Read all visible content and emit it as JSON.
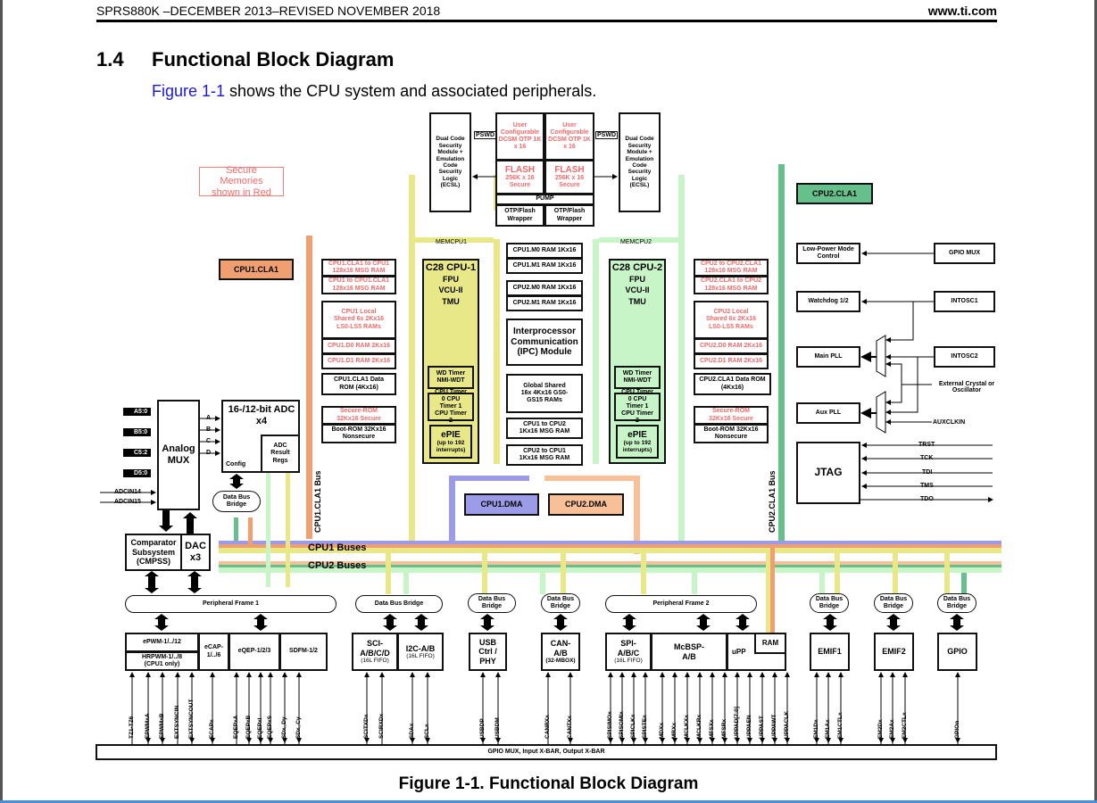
{
  "header": {
    "doc_id": "SPRS880K –DECEMBER 2013–REVISED NOVEMBER 2018",
    "site": "www.ti.com"
  },
  "section": {
    "number": "1.4",
    "title": "Functional Block Diagram",
    "intro_link": "Figure 1-1",
    "intro_text": " shows the CPU system and associated peripherals."
  },
  "caption": "Figure 1-1. Functional Block Diagram",
  "colors": {
    "cpu1_cla_bus": "#f0a070",
    "cpu1_mem": "#e8e888",
    "cpu2_mem": "#c8f5c8",
    "cpu2_cla_bus": "#66c08c",
    "cpu1_dma": "#9b9be8",
    "cpu2_dma": "#f8c098",
    "secure_red": "#f06a6a"
  },
  "legend_note": "Secure Memories shown in Red",
  "top": {
    "dcsm_left": "Dual Code Security Module + Emulation Code Security Logic (ECSL)",
    "dcsm_right": "Dual Code Security Module + Emulation Code Security Logic (ECSL)",
    "pswd": "PSWD",
    "otp_left": "User Configurable DCSM OTP 1K x 16",
    "otp_right": "User Configurable DCSM OTP 1K x 16",
    "flash_title": "FLASH",
    "flash_sub": "256K x 16 Secure",
    "pump": "PUMP",
    "wrapper": "OTP/Flash Wrapper",
    "memcpu1": "MEMCPU1",
    "memcpu2": "MEMCPU2"
  },
  "cpu1": {
    "cla": "CPU1.CLA1",
    "cla_bus": "CPU1.CLA1 Bus",
    "msg1": "CPU1.CLA1 to CPU1 128x16 MSG RAM",
    "msg2": "CPU1 to CPU1.CLA1 128x16 MSG RAM",
    "ls": "CPU1 Local Shared 6x 2Kx16 LS0-LS5 RAMs",
    "d0": "CPU1.D0 RAM 2Kx16",
    "d1": "CPU1.D1 RAM 2Kx16",
    "cla_rom": "CPU1.CLA1 Data ROM (4Kx16)",
    "secure_rom": "Secure-ROM 32Kx16 Secure",
    "boot_rom": "Boot-ROM 32Kx16 Nonsecure",
    "core_title": "C28 CPU-1",
    "core_lines": "FPU VCU-II TMU",
    "wd": "WD Timer NMI-WDT",
    "timers": "CPU Timer 0 CPU Timer 1 CPU Timer 2",
    "epie": "ePIE",
    "epie_sub": "(up to 192 interrupts)",
    "dma": "CPU1.DMA"
  },
  "center": {
    "m0_1": "CPU1.M0 RAM 1Kx16",
    "m1_1": "CPU1.M1 RAM 1Kx16",
    "m0_2": "CPU2.M0 RAM 1Kx16",
    "m1_2": "CPU2.M1 RAM 1Kx16",
    "ipc": "Interprocessor Communication (IPC) Module",
    "gs": "Global Shared 16x 4Kx16 GS0-GS15 RAMs",
    "c1c2": "CPU1 to CPU2 1Kx16 MSG RAM",
    "c2c1": "CPU2 to CPU1 1Kx16 MSG RAM"
  },
  "cpu2": {
    "cla": "CPU2.CLA1",
    "cla_bus": "CPU2.CLA1 Bus",
    "msg1": "CPU2 to CPU2.CLA1 128x16 MSG RAM",
    "msg2": "CPU2.CLA1 to CPU2 128x16 MSG RAM",
    "ls": "CPU2 Local Shared 6x 2Kx16 LS0-LS5 RAMs",
    "d0": "CPU2.D0 RAM 2Kx16",
    "d1": "CPU2.D1 RAM 2Kx16",
    "cla_rom": "CPU2.CLA1 Data ROM (4Kx16)",
    "secure_rom": "Secure-ROM 32Kx16 Secure",
    "boot_rom": "Boot-ROM 32Kx16 Nonsecure",
    "core_title": "C28 CPU-2",
    "core_lines": "FPU VCU-II TMU",
    "wd": "WD Timer NMI-WDT",
    "timers": "CPU Timer 0 CPU Timer 1 CPU Timer 2",
    "epie": "ePIE",
    "epie_sub": "(up to 192 interrupts)",
    "dma": "CPU2.DMA"
  },
  "system": {
    "lpm": "Low-Power Mode Control",
    "gpio_mux": "GPIO MUX",
    "watchdog": "Watchdog 1/2",
    "intosc1": "INTOSC1",
    "main_pll": "Main PLL",
    "intosc2": "INTOSC2",
    "ext_osc": "External Crystal or Oscillator",
    "aux_pll": "Aux PLL",
    "auxclkin": "AUXCLKIN",
    "jtag": "JTAG",
    "jtag_pins": [
      "TRST",
      "TCK",
      "TDI",
      "TMS",
      "TDO"
    ]
  },
  "analog": {
    "inputs": [
      "A5:0",
      "B5:0",
      "C5:2",
      "D5:0"
    ],
    "adcin": [
      "ADCIN14",
      "ADCIN15"
    ],
    "mux": "Analog MUX",
    "mux_outs": [
      "A",
      "B",
      "C",
      "D"
    ],
    "adc": "16-/12-bit ADC x4",
    "adc_result": "ADC Result Regs",
    "config": "Config",
    "bridge": "Data Bus Bridge",
    "cmpss": "Comparator Subsystem (CMPSS)",
    "dac": "DAC x3"
  },
  "buses": {
    "cpu1": "CPU1 Buses",
    "cpu2": "CPU2 Buses"
  },
  "peripherals": {
    "pf1": "Peripheral Frame 1",
    "pf2": "Peripheral Frame 2",
    "dbb": "Data Bus Bridge",
    "dbb_short": "Data Bus Bridge",
    "epwm": "ePWM-1/../12",
    "hrpwm": "HRPWM-1/../8 (CPU1 only)",
    "ecap": "eCAP- 1/../6",
    "eqep": "eQEP-1/2/3",
    "sdfm": "SDFM-1/2",
    "sci": "SCI- A/B/C/D",
    "sci_sub": "(16L FIFO)",
    "i2c": "I2C-A/B",
    "i2c_sub": "(16L FIFO)",
    "usb": "USB Ctrl / PHY",
    "can": "CAN- A/B",
    "can_sub": "(32-MBOX)",
    "spi": "SPI- A/B/C",
    "spi_sub": "(16L FIFO)",
    "mcbsp": "McBSP- A/B",
    "upp": "uPP",
    "ram": "RAM",
    "emif1": "EMIF1",
    "emif2": "EMIF2",
    "gpio": "GPIO"
  },
  "signals": [
    "TZ1-TZ6",
    "EPWMxA",
    "EPWMxB",
    "EXTSYNCIN",
    "EXTSYNCOUT",
    "ECAPx",
    "EQEPxA",
    "EQEPxB",
    "EQEPxI",
    "EQEPxS",
    "SDx_Dy",
    "SDx_Cy",
    "SCITXDx",
    "SCIRXDx",
    "SDAx",
    "SCLx",
    "USBDP",
    "USBDM",
    "CANRXx",
    "CANTXx",
    "SPISIMOx",
    "SPISOMIx",
    "SPICLKx",
    "SPISTEx",
    "MDXx",
    "MRXx",
    "MCLKXx",
    "MCLKRx",
    "MFSXx",
    "MFSRx",
    "UPPAD[7:0]",
    "UPPAEN",
    "UPPAST",
    "UPPAWT",
    "UPPACLK",
    "EM1Dx",
    "EM1Ax",
    "EM1CTLx",
    "EM2Dx",
    "EM2Ax",
    "EM2CTLx",
    "GPIOn"
  ],
  "gpio_bar": "GPIO MUX, Input X-BAR, Output X-BAR"
}
